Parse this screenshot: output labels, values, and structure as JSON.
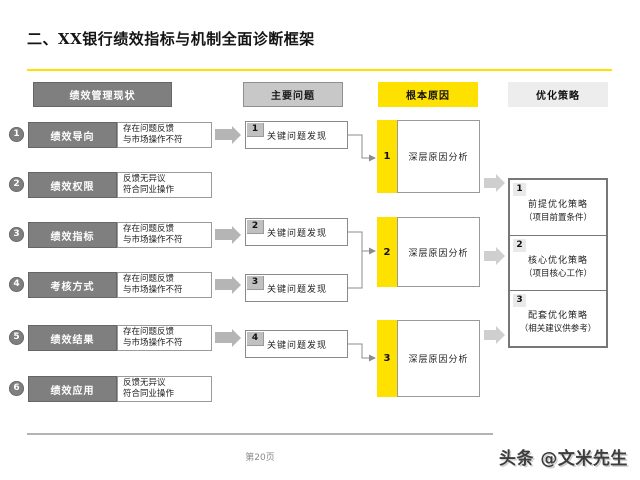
{
  "slide": {
    "title": "二、XX银行绩效指标与机制全面诊断框架",
    "page_number": "第20页",
    "watermark": "头条 @文米先生"
  },
  "headers": {
    "status": "绩效管理现状",
    "problems": "主要问题",
    "root_cause": "根本原因",
    "strategy": "优化策略"
  },
  "status_rows": [
    {
      "num": "1",
      "label": "绩效导向",
      "desc1": "存在问题反馈",
      "desc2": "与市场操作不符"
    },
    {
      "num": "2",
      "label": "绩效权限",
      "desc1": "反馈无异议",
      "desc2": "符合同业操作"
    },
    {
      "num": "3",
      "label": "绩效指标",
      "desc1": "存在问题反馈",
      "desc2": "与市场操作不符"
    },
    {
      "num": "4",
      "label": "考核方式",
      "desc1": "存在问题反馈",
      "desc2": "与市场操作不符"
    },
    {
      "num": "5",
      "label": "绩效结果",
      "desc1": "存在问题反馈",
      "desc2": "与市场操作不符"
    },
    {
      "num": "6",
      "label": "绩效应用",
      "desc1": "反馈无异议",
      "desc2": "符合同业操作"
    }
  ],
  "problem_items": [
    {
      "num": "1",
      "label": "关键问题发现"
    },
    {
      "num": "2",
      "label": "关键问题发现"
    },
    {
      "num": "3",
      "label": "关键问题发现"
    },
    {
      "num": "4",
      "label": "关键问题发现"
    }
  ],
  "cause_items": [
    {
      "num": "1",
      "label": "深层原因分析"
    },
    {
      "num": "2",
      "label": "深层原因分析"
    },
    {
      "num": "3",
      "label": "深层原因分析"
    }
  ],
  "strategy_items": [
    {
      "num": "1",
      "line1": "前提优化策略",
      "line2": "（项目前置条件）"
    },
    {
      "num": "2",
      "line1": "核心优化策略",
      "line2": "（项目核心工作）"
    },
    {
      "num": "3",
      "line1": "配套优化策略",
      "line2": "（相关建议供参考）"
    }
  ],
  "colors": {
    "accent_yellow": "#FFE100",
    "dark_gray": "#7F7F7F",
    "silver_gray": "#C8C8C8",
    "light_gray": "#EDEDED",
    "connector_gray": "#8C8C8C"
  }
}
